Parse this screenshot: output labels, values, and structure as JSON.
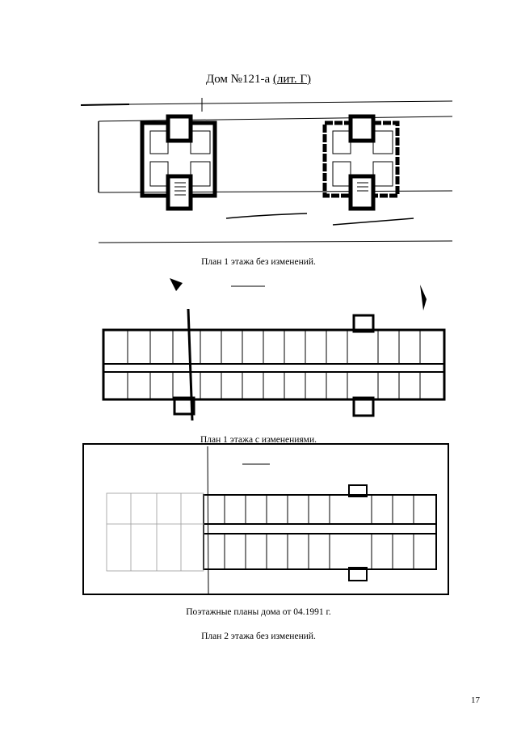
{
  "title": {
    "main": "Дом №121-а ",
    "lit": "(лит. Г)"
  },
  "captions": {
    "plan1": "План 1 этажа без изменений.",
    "plan2": "План 1 этажа с изменениями.",
    "subtitle": "Поэтажные планы дома от 04.1991 г.",
    "plan3": "План 2 этажа без изменений."
  },
  "page_number": "17"
}
